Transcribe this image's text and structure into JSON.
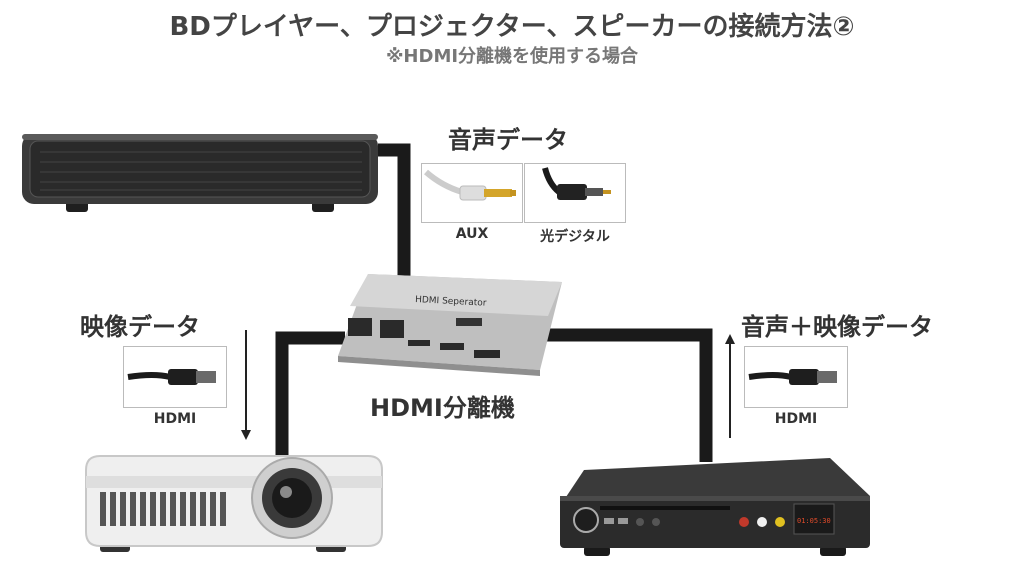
{
  "title": "BDプレイヤー、プロジェクター、スピーカーの接続方法②",
  "subtitle": "※HDMI分離機を使用する場合",
  "labels": {
    "audio_data": "音声データ",
    "video_data": "映像データ",
    "audio_video_data": "音声＋映像データ",
    "splitter": "HDMI分離機"
  },
  "cables": {
    "aux": "AUX",
    "optical": "光デジタル",
    "hdmi_left": "HDMI",
    "hdmi_right": "HDMI"
  },
  "devices": {
    "splitter_brand": "HDMI Seperator",
    "player_time": "01:05:30"
  },
  "colors": {
    "cable": "#1a1a1a",
    "text": "#333333",
    "title": "#444444",
    "subtitle": "#777777",
    "splitter_body": "#c9c9c9",
    "player_body": "#2b2b2b",
    "projector_body": "#eeeeee",
    "speaker_body": "#3a3a3a",
    "display_digits": "#e04b2a"
  },
  "icons": [
    "speaker-bar-icon",
    "hdmi-splitter-icon",
    "projector-icon",
    "bd-player-icon",
    "aux-plug-icon",
    "optical-plug-icon",
    "hdmi-plug-icon",
    "arrow-down-icon",
    "arrow-up-icon"
  ]
}
